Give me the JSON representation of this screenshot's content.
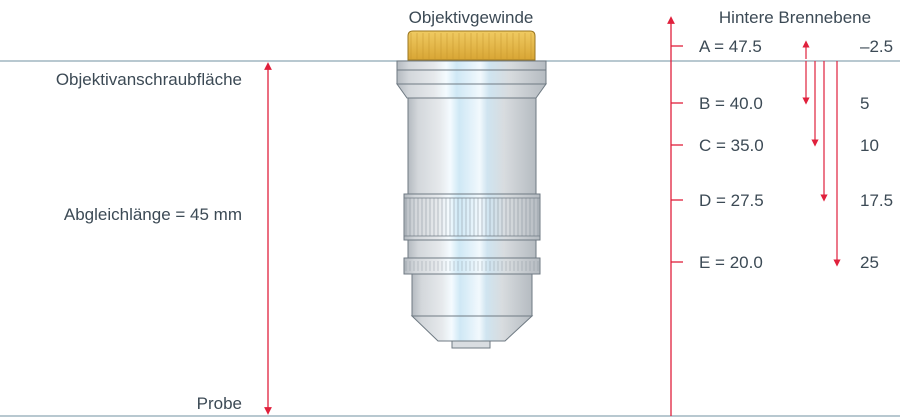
{
  "labels": {
    "objective_thread": "Objektivgewinde",
    "back_focal_plane": "Hintere Brennebene",
    "mounting_surface": "Objektivanschraubfläche",
    "parfocal_length": "Abgleichlänge = 45 mm",
    "specimen": "Probe"
  },
  "planes": [
    {
      "label": "A = 47.5",
      "offset": "–2.5"
    },
    {
      "label": "B = 40.0",
      "offset": "5"
    },
    {
      "label": "C = 35.0",
      "offset": "10"
    },
    {
      "label": "D = 27.5",
      "offset": "17.5"
    },
    {
      "label": "E = 20.0",
      "offset": "25"
    }
  ],
  "colors": {
    "arrow": "#e0203c",
    "line": "#8ea7b3",
    "text": "#3c4a55",
    "thread": "#e0b13f",
    "barrel": "#c9ced3",
    "barrel_highlight": "#cfe8f5"
  }
}
